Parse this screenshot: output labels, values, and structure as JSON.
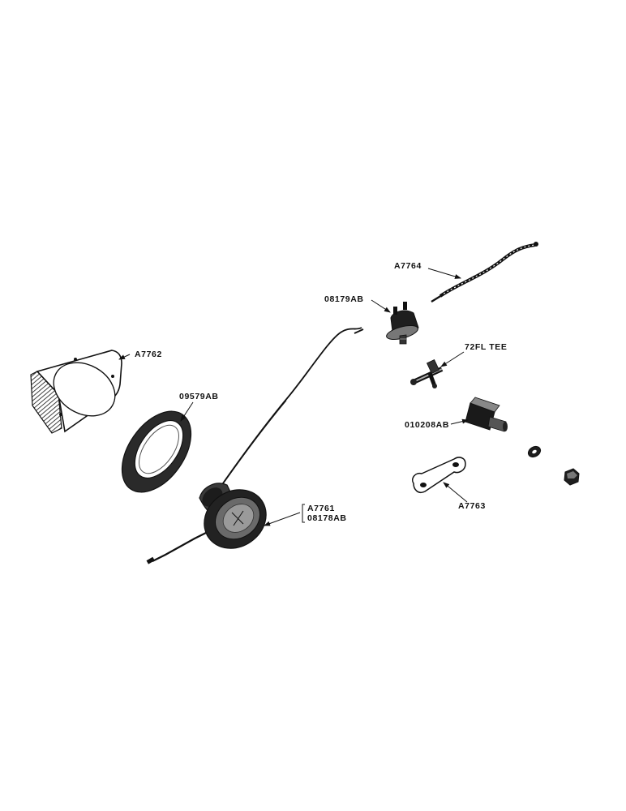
{
  "parts": {
    "p_a7762": "A7762",
    "p_09579ab": "09579AB",
    "p_a7761": "A7761",
    "p_08178ab": "08178AB",
    "p_08179ab": "08179AB",
    "p_a7764": "A7764",
    "p_72fl_tee": "72FL TEE",
    "p_010208ab": "010208AB",
    "p_a7763": "A7763"
  },
  "colors": {
    "ink": "#111111",
    "paper": "#ffffff",
    "shade": "#555555"
  }
}
